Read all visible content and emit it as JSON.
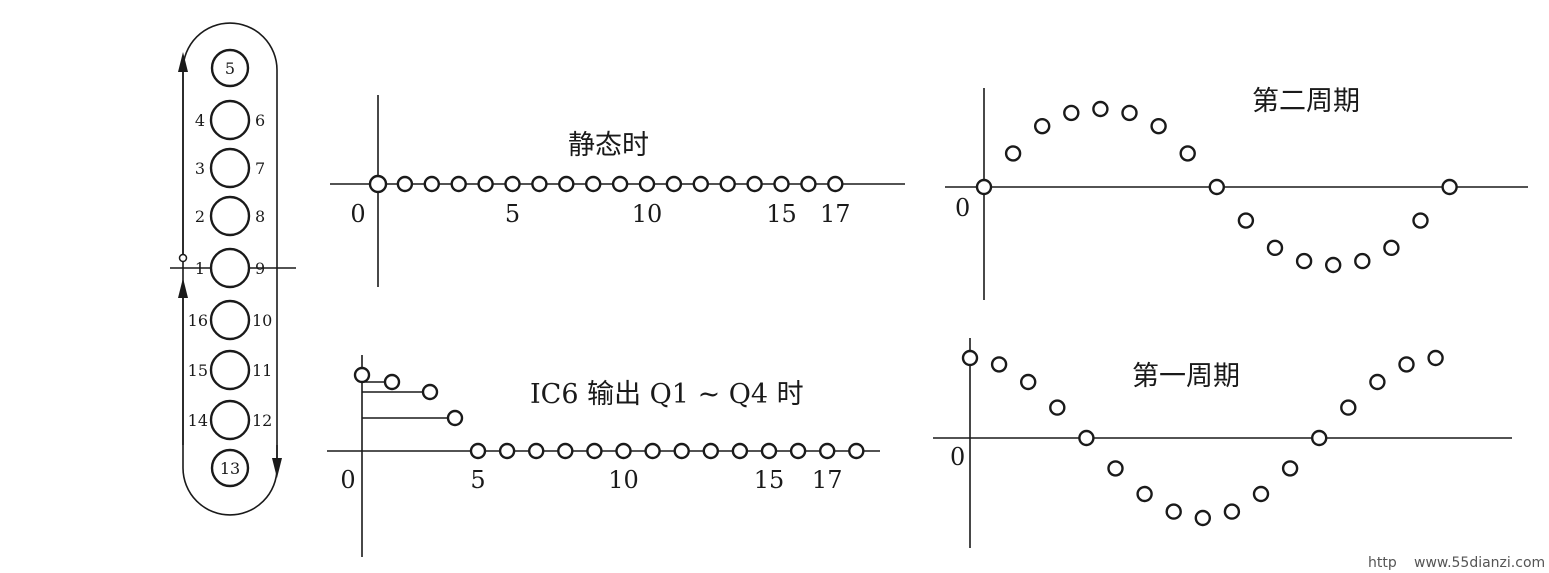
{
  "sequence": {
    "top_cap_label": "5",
    "bottom_cap_label": "13",
    "top_rows": [
      {
        "left": "4",
        "right": "6"
      },
      {
        "left": "3",
        "right": "7"
      },
      {
        "left": "2",
        "right": "8"
      },
      {
        "left": "1",
        "right": "9"
      }
    ],
    "bottom_rows": [
      {
        "left": "16",
        "right": "10"
      },
      {
        "left": "15",
        "right": "11"
      },
      {
        "left": "14",
        "right": "12"
      }
    ]
  },
  "panels": {
    "static": {
      "title": "静态时",
      "tick_labels": [
        "0",
        "5",
        "10",
        "15",
        "17"
      ],
      "tick_positions": [
        0,
        5,
        10,
        15,
        17
      ],
      "point_values": [
        0,
        0,
        0,
        0,
        0,
        0,
        0,
        0,
        0,
        0,
        0,
        0,
        0,
        0,
        0,
        0,
        0,
        0
      ]
    },
    "ic6": {
      "title": "IC6 输出 Q1 ~ Q4 时",
      "tick_labels": [
        "0",
        "5",
        "10",
        "15",
        "17"
      ],
      "tick_positions": [
        0,
        5,
        10,
        15,
        17
      ],
      "point_values": [
        4,
        4,
        3,
        2,
        0,
        0,
        0,
        0,
        0,
        0,
        0,
        0,
        0,
        0,
        0,
        0,
        0,
        0
      ]
    },
    "cycle2": {
      "title": "第二周期",
      "axis_label": "0",
      "point_values": [
        0,
        0.43,
        0.78,
        0.95,
        1.0,
        0.95,
        0.78,
        0.43,
        0,
        -0.43,
        -0.78,
        -0.95,
        -1.0,
        -0.95,
        -0.78,
        -0.43,
        0
      ]
    },
    "cycle1": {
      "title": "第一周期",
      "axis_label": "0",
      "point_values": [
        1.0,
        0.92,
        0.7,
        0.38,
        0,
        -0.38,
        -0.7,
        -0.92,
        -1.0,
        -0.92,
        -0.7,
        -0.38,
        0,
        0.38,
        0.7,
        0.92,
        1.0
      ]
    }
  },
  "watermark": "www.55dianzi.com",
  "watermark_prefix": "http"
}
